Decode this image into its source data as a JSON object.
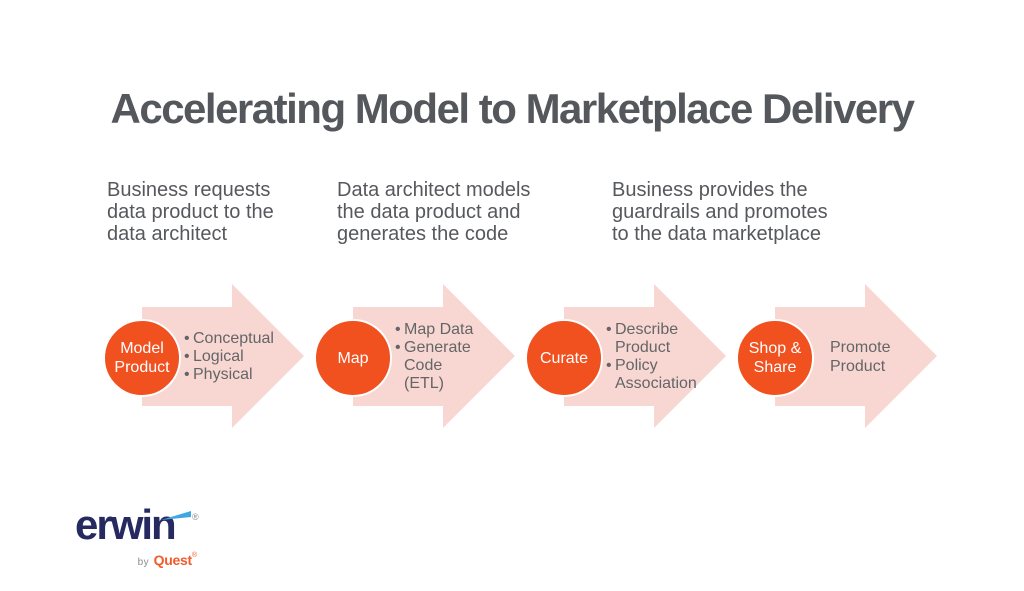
{
  "title": "Accelerating Model to Marketplace Delivery",
  "bullet_char": "•",
  "descriptions": [
    {
      "text": "Business requests\ndata product to the\ndata architect"
    },
    {
      "text": "Data architect models\nthe data product and\ngenerates the code"
    },
    {
      "text": "Business provides the\nguardrails and promotes\nto the data marketplace"
    }
  ],
  "steps": [
    {
      "label": "Model\nProduct",
      "bullets": [
        "Conceptual",
        "Logical",
        "Physical"
      ],
      "note": ""
    },
    {
      "label": "Map",
      "bullets": [
        "Map Data",
        "Generate Code (ETL)"
      ],
      "note": ""
    },
    {
      "label": "Curate",
      "bullets": [
        "Describe Product",
        "Policy Association"
      ],
      "note": ""
    },
    {
      "label": "Shop &\nShare",
      "bullets": [],
      "note": "Promote\nProduct"
    }
  ],
  "logo": {
    "brand": "erwin",
    "brand_reg": "®",
    "byline_prefix": "by",
    "byline_brand": "Quest",
    "byline_reg": "®"
  },
  "colors": {
    "circle_orange": "#F1501F",
    "arrow_pink": "#F8D7D2",
    "title_gray": "#54575B",
    "body_gray": "#56585C",
    "bullet_gray": "#646567",
    "logo_navy": "#262A60",
    "logo_blue": "#41A7E0",
    "quest_orange": "#F15B2B"
  }
}
